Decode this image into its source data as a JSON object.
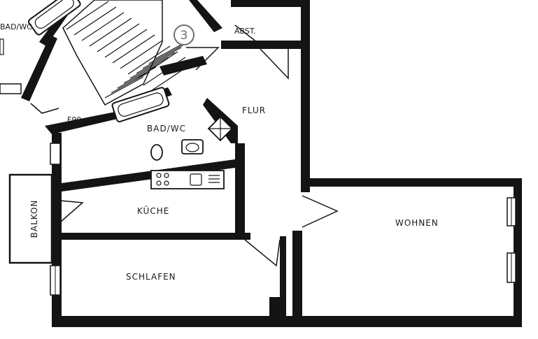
{
  "rooms": {
    "bad_wc_left": "BAD/WC",
    "abst": "ABST.",
    "flur": "FLUR",
    "bad_wc": "BAD/WC",
    "f90": "F90",
    "kueche": "KÜCHE",
    "balkon": "BALKON",
    "wohnen": "WOHNEN",
    "schlafen": "SCHLAFEN"
  },
  "unit_number": "3",
  "colors": {
    "wall": "#141414",
    "paper": "#ffffff",
    "marker": "#6f6f6f"
  }
}
